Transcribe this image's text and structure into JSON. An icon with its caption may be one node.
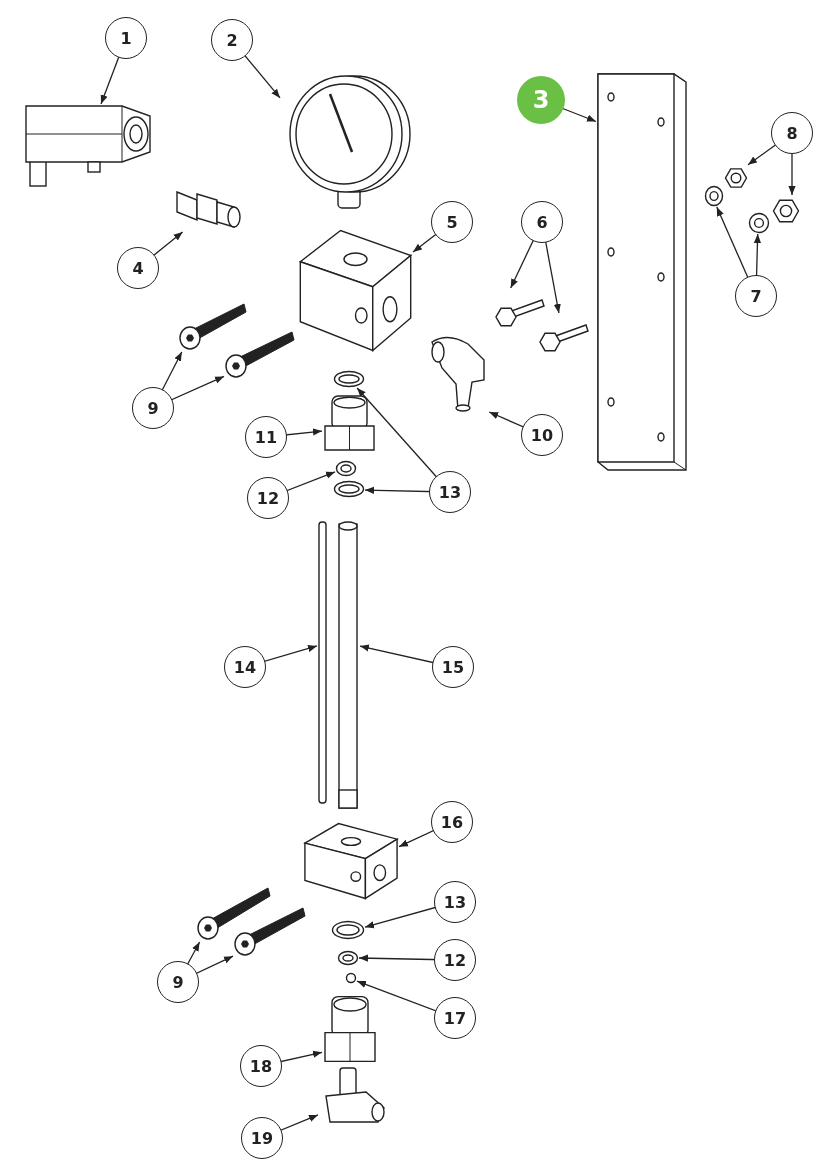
{
  "diagram": {
    "nodes": [
      {
        "text": [
          "1"
        ]
      },
      {
        "text": [],
        "shape": "picture"
      },
      {
        "text": [
          "2"
        ]
      },
      {
        "text": [],
        "shape": "picture"
      },
      {
        "text": [
          "3"
        ]
      },
      {
        "text": [],
        "shape": "picture"
      },
      {
        "text": [
          "4"
        ]
      },
      {
        "text": [],
        "shape": "picture"
      },
      {
        "text": [
          "5"
        ]
      },
      {
        "text": [],
        "shape": "picture"
      },
      {
        "text": [
          "6"
        ]
      },
      {
        "text": [],
        "shape": "bar"
      },
      {
        "text": [],
        "shape": "bar"
      },
      {
        "text": [
          "7"
        ]
      },
      {
        "text": [],
        "shape": "picture"
      },
      {
        "text": [],
        "shape": "picture"
      },
      {
        "text": [
          "8"
        ]
      },
      {
        "text": [],
        "shape": "picture"
      },
      {
        "text": [],
        "shape": "picture"
      },
      {
        "text": [
          "9"
        ]
      },
      {
        "text": [],
        "shape": "bar"
      },
      {
        "text": [],
        "shape": "bar"
      },
      {
        "text": [
          "10"
        ]
      },
      {
        "text": [],
        "shape": "picture"
      },
      {
        "text": [
          "11"
        ]
      },
      {
        "text": [],
        "shape": "picture"
      },
      {
        "text": [
          "12"
        ]
      },
      {
        "text": [],
        "shape": "picture"
      },
      {
        "text": [
          "13"
        ]
      },
      {
        "text": [],
        "shape": "picture"
      },
      {
        "text": [],
        "shape": "picture"
      },
      {
        "text": [
          "14"
        ]
      },
      {
        "text": [],
        "shape": "bar"
      },
      {
        "text": [
          "15"
        ]
      },
      {
        "text": [],
        "shape": "picture"
      },
      {
        "text": [
          "16"
        ]
      },
      {
        "text": [],
        "shape": "picture"
      },
      {
        "text": [
          "9"
        ]
      },
      {
        "text": [],
        "shape": "bar"
      },
      {
        "text": [],
        "shape": "bar"
      },
      {
        "text": [
          "13"
        ]
      },
      {
        "text": [],
        "shape": "picture"
      },
      {
        "text": [
          "12"
        ]
      },
      {
        "text": [],
        "shape": "picture"
      },
      {
        "text": [
          "17"
        ]
      },
      {
        "text": [],
        "shape": "circle"
      },
      {
        "text": [
          "18"
        ]
      },
      {
        "text": [],
        "shape": "picture"
      },
      {
        "text": [
          "19"
        ]
      },
      {
        "text": [],
        "shape": "picture"
      }
    ],
    "edges": [
      {
        "from": 0,
        "to": 1,
        "arrow": "to"
      },
      {
        "from": 2,
        "to": 3,
        "arrow": "to"
      },
      {
        "from": 4,
        "to": 5,
        "arrow": "to"
      },
      {
        "from": 6,
        "to": 7,
        "arrow": "to"
      },
      {
        "from": 8,
        "to": 9,
        "arrow": "to"
      },
      {
        "from": 10,
        "to": 11,
        "arrow": "to"
      },
      {
        "from": 10,
        "to": 12,
        "arrow": "to"
      },
      {
        "from": 13,
        "to": 14,
        "arrow": "to"
      },
      {
        "from": 13,
        "to": 15,
        "arrow": "to"
      },
      {
        "from": 16,
        "to": 17,
        "arrow": "to"
      },
      {
        "from": 16,
        "to": 18,
        "arrow": "to"
      },
      {
        "from": 19,
        "to": 20,
        "arrow": "to"
      },
      {
        "from": 19,
        "to": 21,
        "arrow": "to"
      },
      {
        "from": 22,
        "to": 23,
        "arrow": "to"
      },
      {
        "from": 24,
        "to": 25,
        "arrow": "to"
      },
      {
        "from": 26,
        "to": 27,
        "arrow": "to"
      },
      {
        "from": 28,
        "to": 29,
        "arrow": "to"
      },
      {
        "from": 28,
        "to": 30,
        "arrow": "to"
      },
      {
        "from": 31,
        "to": 32,
        "arrow": "to"
      },
      {
        "from": 33,
        "to": 34,
        "arrow": "to"
      },
      {
        "from": 35,
        "to": 36,
        "arrow": "to"
      },
      {
        "from": 37,
        "to": 38,
        "arrow": "to"
      },
      {
        "from": 37,
        "to": 39,
        "arrow": "to"
      },
      {
        "from": 40,
        "to": 41,
        "arrow": "to"
      },
      {
        "from": 42,
        "to": 43,
        "arrow": "to"
      },
      {
        "from": 44,
        "to": 45,
        "arrow": "to"
      },
      {
        "from": 46,
        "to": 47,
        "arrow": "to"
      },
      {
        "from": 48,
        "to": 49,
        "arrow": "to"
      }
    ]
  }
}
